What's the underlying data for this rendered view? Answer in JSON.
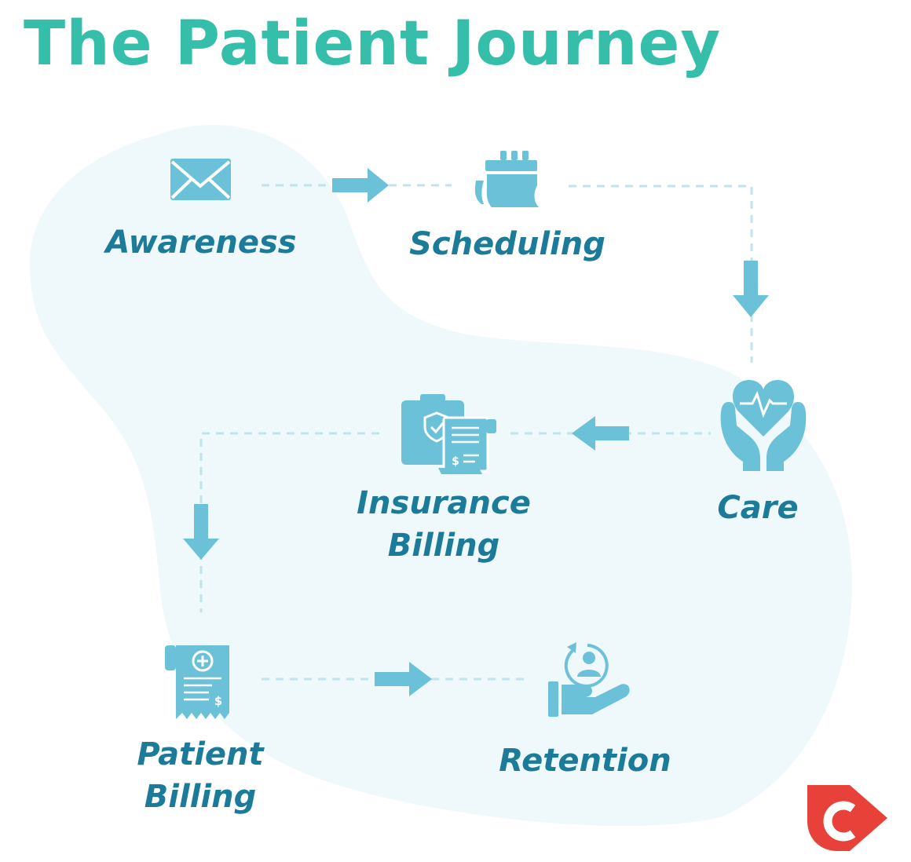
{
  "title": "The Patient Journey",
  "colors": {
    "title": "#35bfaa",
    "label": "#1b7b99",
    "icon": "#6bc2d8",
    "blob": "#eff8fa",
    "logo": "#e8413a"
  },
  "stages": {
    "awareness": {
      "label": "Awareness",
      "icon": "envelope-icon"
    },
    "scheduling": {
      "label": "Scheduling",
      "icon": "calendar-icon"
    },
    "care": {
      "label": "Care",
      "icon": "heart-hands-icon"
    },
    "insurance": {
      "label_line1": "Insurance",
      "label_line2": "Billing",
      "icon": "clipboard-receipt-icon"
    },
    "patient": {
      "label_line1": "Patient",
      "label_line2": "Billing",
      "icon": "medical-bill-icon"
    },
    "retention": {
      "label": "Retention",
      "icon": "hand-person-cycle-icon"
    }
  },
  "logo": {
    "icon": "brand-logo-icon"
  }
}
